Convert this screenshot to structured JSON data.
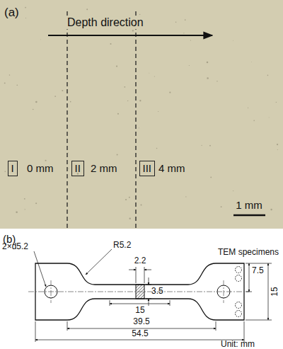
{
  "diagram": {
    "nodes": [
      {
        "text": [
          "I"
        ]
      },
      {
        "text": [
          "II"
        ]
      },
      {
        "text": [
          "III"
        ]
      }
    ],
    "labels": [
      "(a)",
      "Depth direction",
      "0 mm",
      "2 mm",
      "4 mm",
      "1 mm",
      "(b)",
      "2×d5.2",
      "R5.2",
      "2.2",
      "TEM specimens",
      "7.5",
      "15",
      "3.5",
      "15",
      "39.5",
      "54.5",
      "Unit: mm"
    ]
  }
}
